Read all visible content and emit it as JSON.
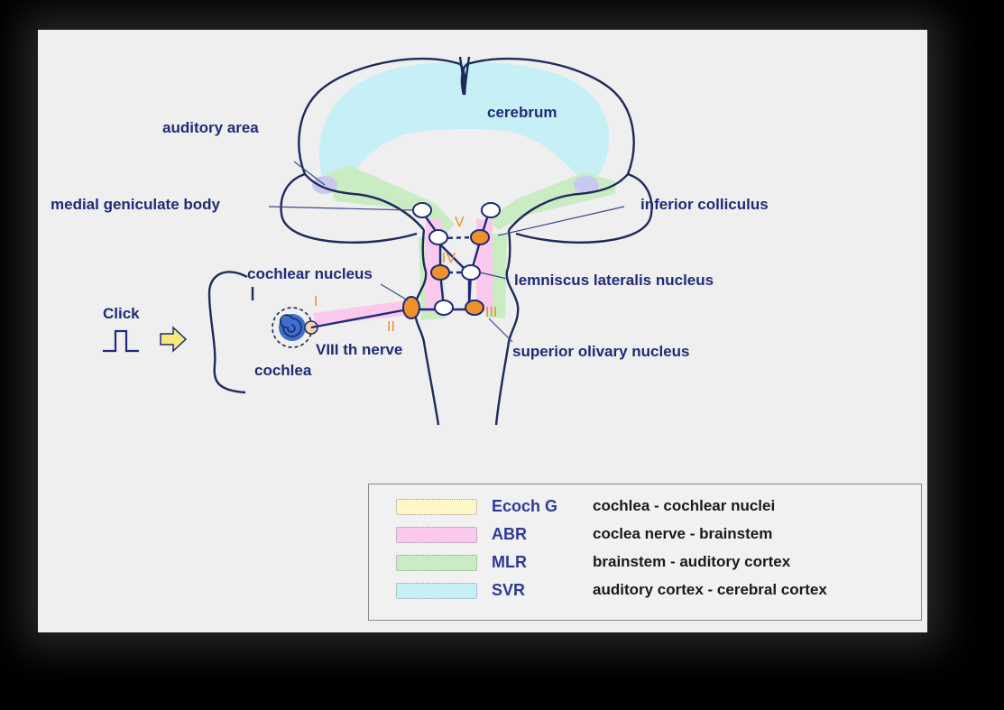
{
  "labels": {
    "cerebrum": "cerebrum",
    "auditory_area": "auditory area",
    "medial_geniculate_body": "medial geniculate body",
    "inferior_colliculus": "inferior colliculus",
    "lemniscus_lateralis_nucleus": "lemniscus lateralis nucleus",
    "cochlear_nucleus": "cochlear nucleus",
    "superior_olivary_nucleus": "superior olivary nucleus",
    "viii_nerve": "VIII th nerve",
    "cochlea": "cochlea",
    "click": "Click"
  },
  "waves": [
    "I",
    "II",
    "III",
    "IV",
    "V"
  ],
  "legend": [
    {
      "abbr": "Ecoch G",
      "desc": "cochlea - cochlear nuclei",
      "color": "#fdf6c8"
    },
    {
      "abbr": "ABR",
      "desc": "coclea nerve - brainstem",
      "color": "#fbc8ee"
    },
    {
      "abbr": "MLR",
      "desc": "brainstem - auditory cortex",
      "color": "#c9ecc3"
    },
    {
      "abbr": "SVR",
      "desc": "auditory cortex - cerebral cortex",
      "color": "#c6f0f6"
    }
  ],
  "colors": {
    "svr": "#c6f0f6",
    "mlr": "#c9ecc3",
    "abr": "#fbc8ee",
    "ecochg": "#fdf6c8",
    "node_orange": "#f0922c",
    "outline": "#1f2a5a",
    "label": "#1f2a7a"
  }
}
